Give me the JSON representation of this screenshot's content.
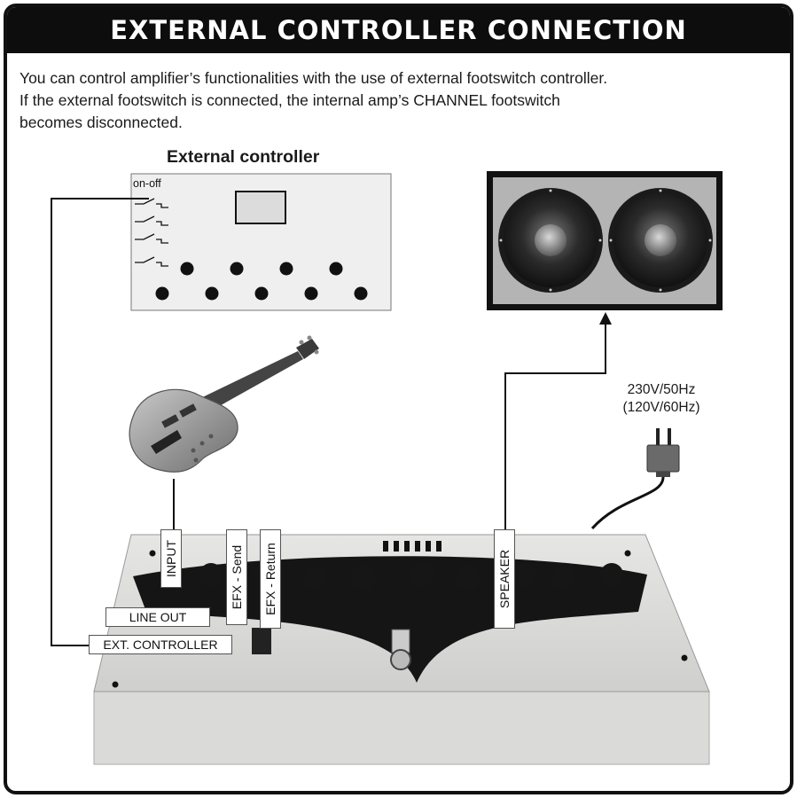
{
  "title": "EXTERNAL CONTROLLER CONNECTION",
  "intro": {
    "line1": "You can control amplifier’s functionalities with the use of external footswitch controller.",
    "line2": "If the external footswitch is connected, the internal amp’s CHANNEL footswitch",
    "line3": "becomes disconnected."
  },
  "controller": {
    "title": "External controller",
    "switch_label": "on-off"
  },
  "power": {
    "line1": "230V/50Hz",
    "line2": "(120V/60Hz)"
  },
  "labels": {
    "input": "INPUT",
    "efx_send": "EFX - Send",
    "efx_return": "EFX - Return",
    "speaker": "SPEAKER",
    "line_out": "LINE OUT",
    "ext_controller": "EXT. CONTROLLER"
  },
  "colors": {
    "title_bar": "#0d0d0d",
    "amp_body": "#d2d2d0",
    "cabinet": "#b4b4b4"
  }
}
